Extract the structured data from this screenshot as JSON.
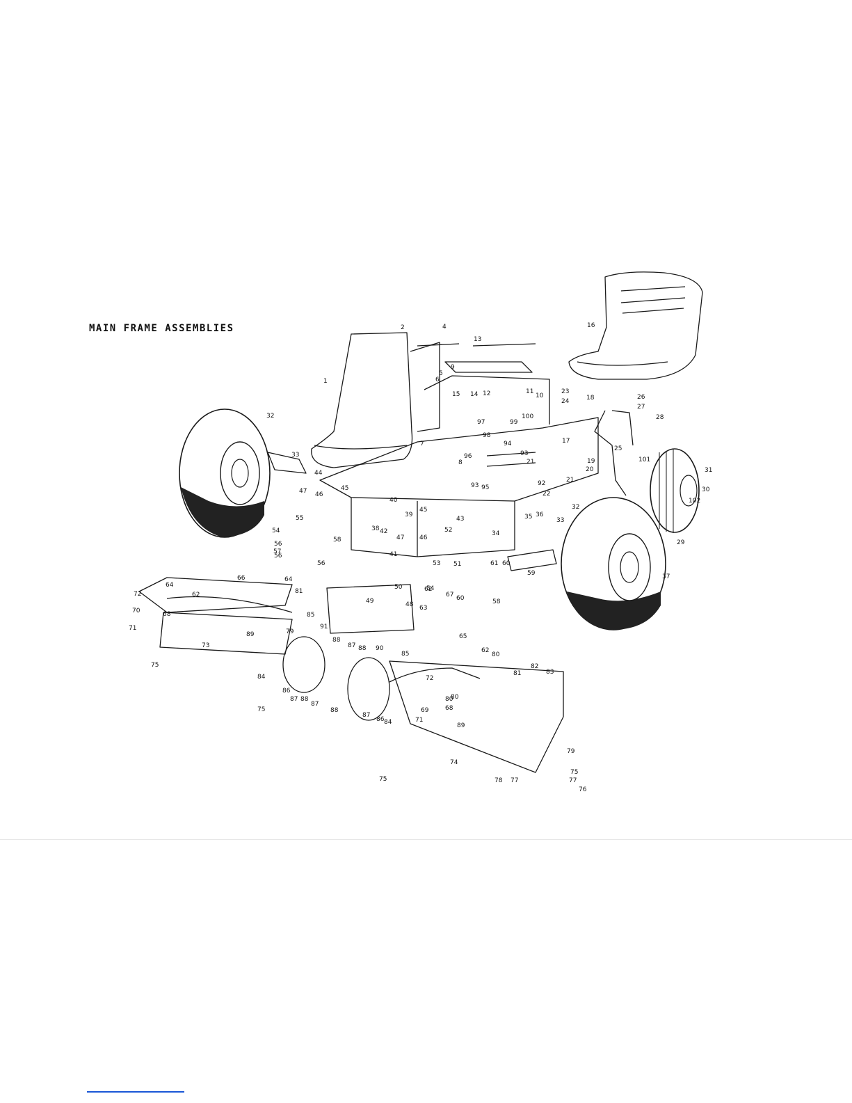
{
  "title": "MAIN FRAME ASSEMBLIES",
  "callouts": [
    "1",
    "2",
    "4",
    "5",
    "6",
    "7",
    "8",
    "9",
    "10",
    "11",
    "12",
    "13",
    "14",
    "15",
    "16",
    "17",
    "18",
    "19",
    "20",
    "21",
    "21",
    "22",
    "23",
    "24",
    "25",
    "26",
    "27",
    "28",
    "29",
    "30",
    "31",
    "32",
    "32",
    "33",
    "33",
    "34",
    "35",
    "36",
    "37",
    "38",
    "39",
    "40",
    "41",
    "42",
    "43",
    "44",
    "45",
    "45",
    "46",
    "46",
    "47",
    "47",
    "48",
    "49",
    "50",
    "51",
    "52",
    "53",
    "54",
    "54",
    "55",
    "56",
    "56",
    "56",
    "57",
    "58",
    "58",
    "59",
    "60",
    "60",
    "61",
    "62",
    "62",
    "62",
    "63",
    "64",
    "64",
    "65",
    "66",
    "67",
    "68",
    "68",
    "69",
    "70",
    "71",
    "71",
    "72",
    "72",
    "73",
    "74",
    "75",
    "75",
    "75",
    "75",
    "76",
    "77",
    "77",
    "78",
    "79",
    "79",
    "80",
    "80",
    "80",
    "81",
    "81",
    "82",
    "83",
    "84",
    "84",
    "85",
    "85",
    "86",
    "86",
    "87",
    "87",
    "87",
    "87",
    "88",
    "88",
    "88",
    "88",
    "89",
    "89",
    "90",
    "91",
    "92",
    "93",
    "93",
    "94",
    "95",
    "96",
    "97",
    "98",
    "99",
    "100",
    "101",
    "102"
  ],
  "colors": {
    "line": "#1a1a1a",
    "tread": "#222222",
    "paper": "#ffffff",
    "link": "#1a57d6"
  }
}
